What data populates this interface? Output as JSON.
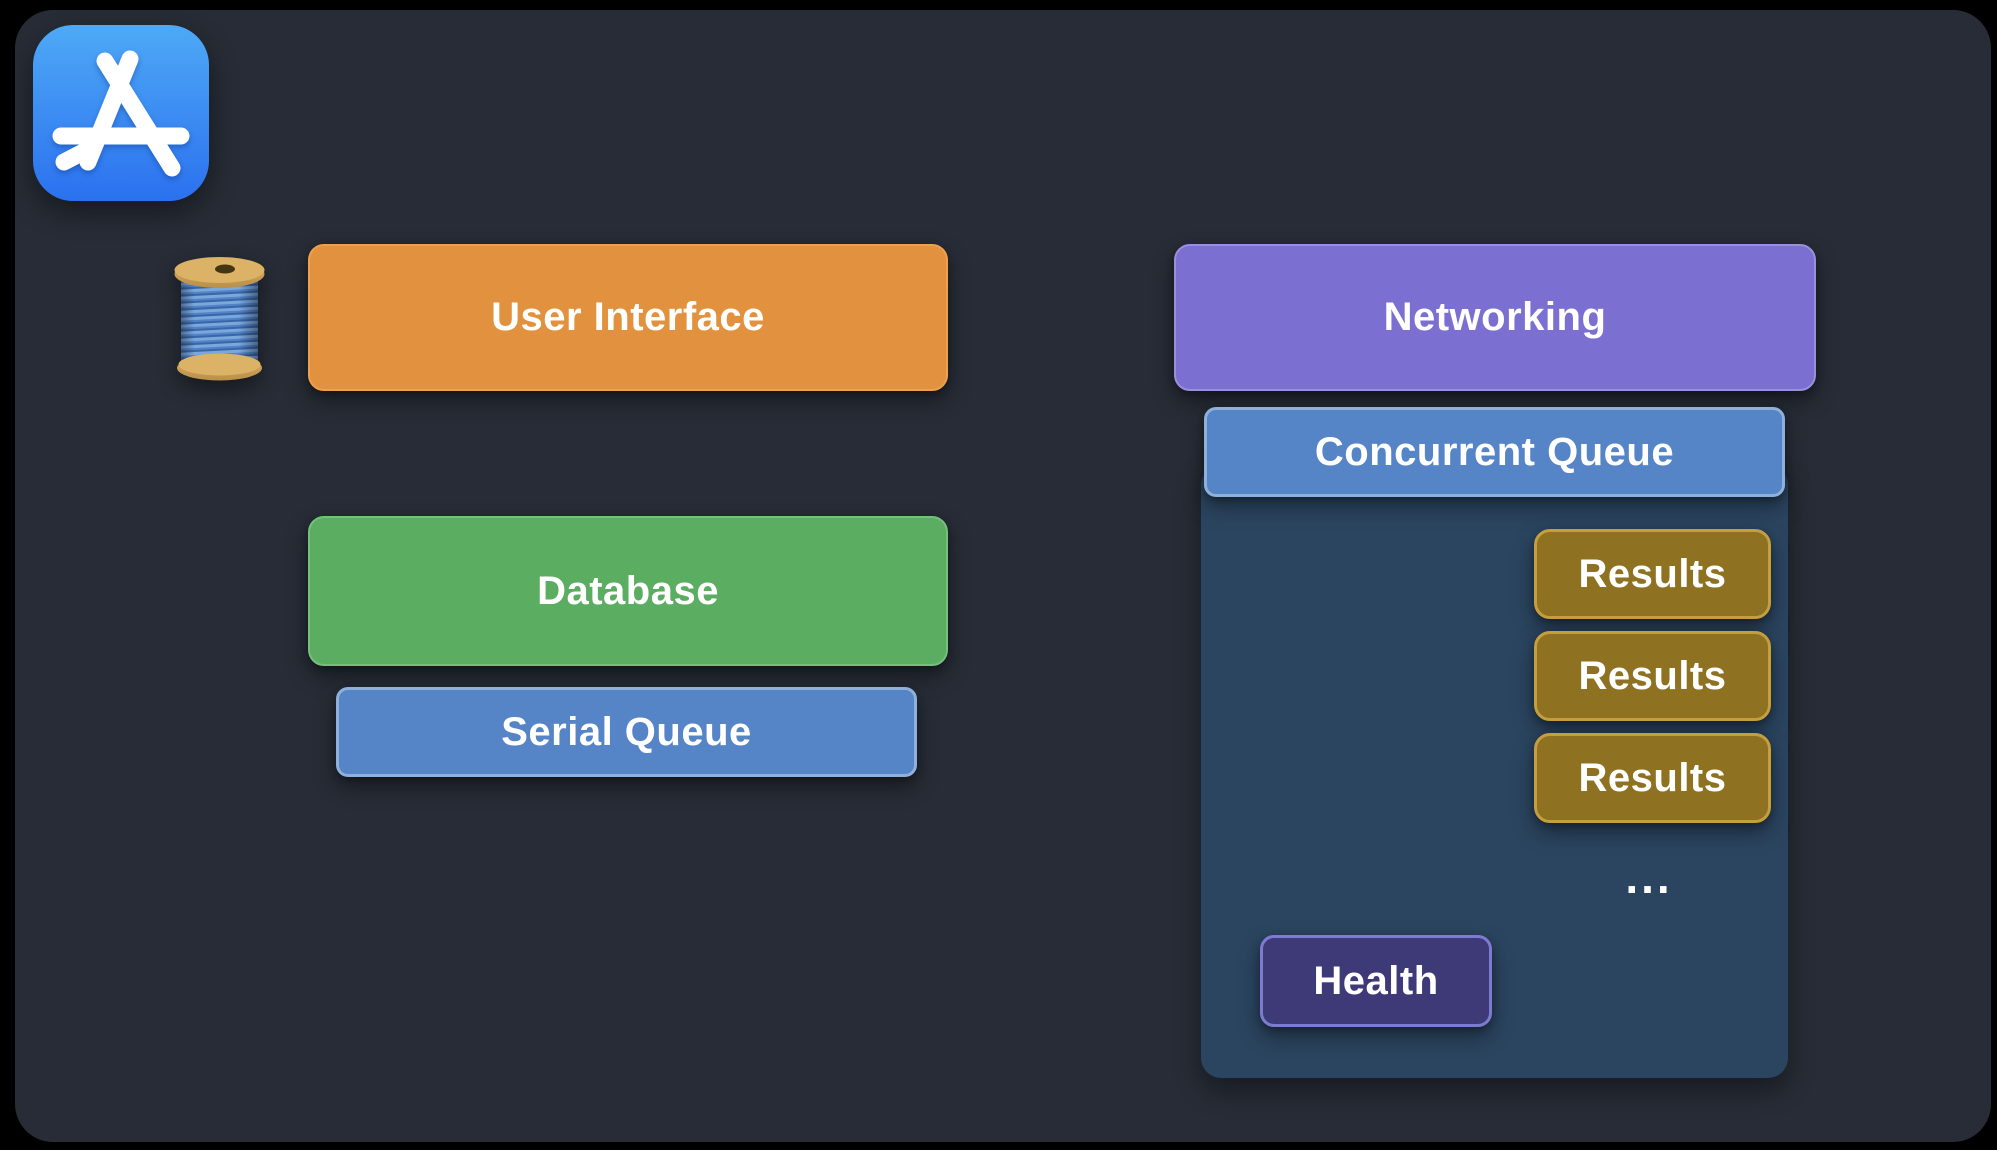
{
  "colors": {
    "frame_bg": "#000000",
    "canvas_bg": "#272C36",
    "text": "#FFFFFF",
    "orange_fill": "#E2923E",
    "orange_border": "#EFA04C",
    "green_fill": "#5BAD62",
    "green_border": "#77BF7E",
    "blue_fill": "#5585C7",
    "blue_border": "#8FB0DB",
    "purple_fill": "#7B70D2",
    "purple_border": "#9990DC",
    "gold_fill": "#8E7121",
    "gold_border": "#C59E3E",
    "indigo_fill": "#3E3A78",
    "indigo_border": "#7D7BCF",
    "panel_fill": "#2B4560",
    "appstore_top": "#4EA9F6",
    "appstore_bottom": "#2B71EF",
    "appstore_glyph": "#FFFFFF",
    "spool_wood": "#DCB266",
    "spool_wood_dark": "#B98F49",
    "spool_hole": "#453613",
    "spool_thread": "#5083C8",
    "spool_thread_light": "#7BA7DD",
    "spool_thread_dark": "#3A66A6"
  },
  "icons": {
    "app_store": "app-store-icon",
    "thread_spool": "thread-spool-icon"
  },
  "nodes": {
    "user_interface": {
      "label": "User Interface"
    },
    "database": {
      "label": "Database"
    },
    "serial_queue": {
      "label": "Serial Queue"
    },
    "networking": {
      "label": "Networking"
    },
    "concurrent_queue": {
      "label": "Concurrent Queue"
    },
    "results": [
      {
        "label": "Results"
      },
      {
        "label": "Results"
      },
      {
        "label": "Results"
      }
    ],
    "ellipsis": "...",
    "health": {
      "label": "Health"
    }
  }
}
